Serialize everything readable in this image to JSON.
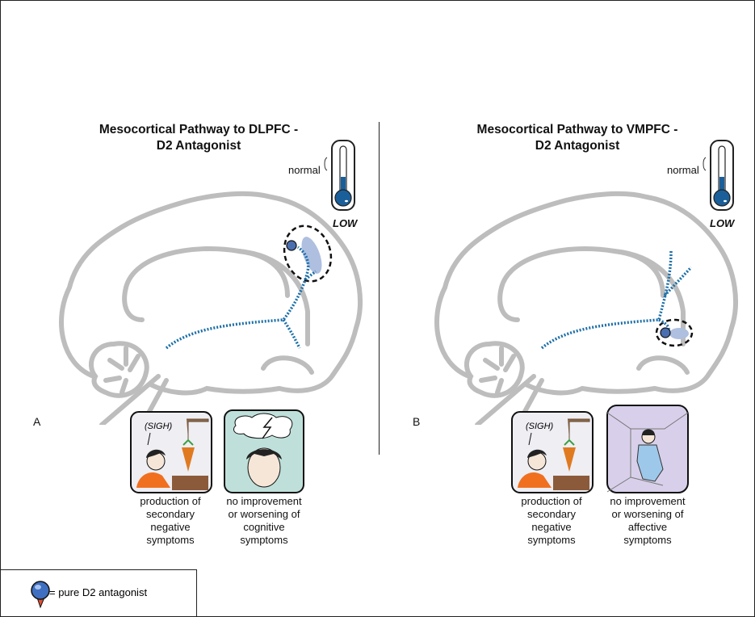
{
  "panels": [
    {
      "id": "A",
      "title_line1": "Mesocortical Pathway to DLPFC -",
      "title_line2": "D2 Antagonist",
      "thermo_normal": "normal",
      "thermo_low": "LOW",
      "panel_label": "A",
      "box1": {
        "bubble": "(SIGH)",
        "caption": [
          "production of",
          "secondary",
          "negative",
          "symptoms"
        ],
        "color": "#eeeef3"
      },
      "box2": {
        "caption": [
          "no improvement",
          "or worsening of",
          "cognitive",
          "symptoms"
        ],
        "color": "#bfe0da"
      }
    },
    {
      "id": "B",
      "title_line1": "Mesocortical Pathway to VMPFC -",
      "title_line2": "D2 Antagonist",
      "thermo_normal": "normal",
      "thermo_low": "LOW",
      "panel_label": "B",
      "box1": {
        "bubble": "(SIGH)",
        "caption": [
          "production of",
          "secondary",
          "negative",
          "symptoms"
        ],
        "color": "#eeeef3"
      },
      "box2": {
        "caption": [
          "no improvement",
          "or worsening of",
          "affective",
          "symptoms"
        ],
        "color": "#d8d0ea"
      }
    }
  ],
  "legend": {
    "text": "= pure D2 antagonist",
    "icon": "d2-antagonist-icon"
  },
  "colors": {
    "brain": "#bdbdbd",
    "pathway": "#1c6fa8",
    "thermo": "#1a5f9a"
  }
}
